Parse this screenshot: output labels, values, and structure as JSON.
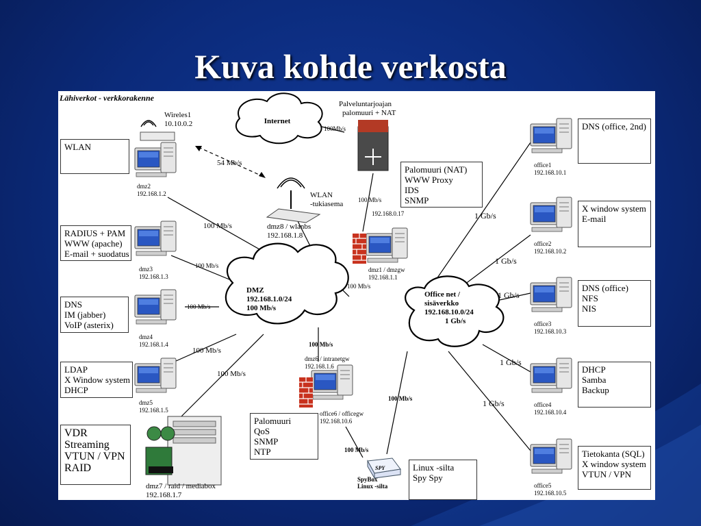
{
  "slide": {
    "title": "Kuva kohde verkosta"
  },
  "diagram": {
    "heading": "Lähiverkot - verkkorakenne",
    "clouds": {
      "internet": "Internet",
      "dmz": [
        "DMZ",
        "192.168.1.0/24",
        "100 Mb/s"
      ],
      "office": [
        "Office net /",
        "sisäverkko",
        "192.168.10.0/24",
        "1 Gb/s"
      ]
    },
    "boxes": {
      "wlan": [
        "WLAN"
      ],
      "radius": [
        "RADIUS + PAM",
        "WWW (apache)",
        "E-mail + suodatus"
      ],
      "dns": [
        "DNS",
        "IM (jabber)",
        "VoIP (asterix)"
      ],
      "ldap": [
        "LDAP",
        "X Window system",
        "DHCP"
      ],
      "vdr": [
        "VDR",
        "Streaming",
        "VTUN / VPN",
        "RAID"
      ],
      "palomuuri_nat": [
        "Palomuuri (NAT)",
        "WWW Proxy",
        "IDS",
        "SNMP"
      ],
      "palomuuri": [
        "Palomuuri",
        "QoS",
        "SNMP",
        "NTP"
      ],
      "linux_silta": [
        "Linux -silta",
        "Spy Spy"
      ],
      "office1": [
        "DNS (office, 2nd)"
      ],
      "office2": [
        "X window system",
        "E-mail"
      ],
      "office3": [
        "DNS (office)",
        "NFS",
        "NIS"
      ],
      "office4": [
        "DHCP",
        "Samba",
        "Backup"
      ],
      "office5": [
        "Tietokanta (SQL)",
        "X window system",
        "VTUN / VPN"
      ]
    },
    "nodes": {
      "wireless": [
        "Wireles1",
        "10.10.0.2"
      ],
      "dmz2": [
        "dmz2",
        "192.168.1.2"
      ],
      "dmz3": [
        "dmz3",
        "192.168.1.3"
      ],
      "dmz4": [
        "dmz4",
        "192.168.1.4"
      ],
      "dmz5": [
        "dmz5",
        "192.168.1.5"
      ],
      "dmz7": [
        "dmz7 / raid / mediabox",
        "192.168.1.7"
      ],
      "dmz8": [
        "dmz8 / wlanbs",
        "192.168.1.8"
      ],
      "wlan_ap": [
        "WLAN",
        "-tukiasema"
      ],
      "provider": [
        "Palveluntarjoajan",
        "palomuuri + NAT"
      ],
      "dmz1": [
        "dmz1 / dmzgw",
        "192.168.1.1"
      ],
      "dmz1_ip": "192.168.0.17",
      "dmz6": [
        "dmz6 / intranetgw",
        "192.168.1.6"
      ],
      "office6": [
        "office6 / officegw",
        "192.168.10.6"
      ],
      "spybox": [
        "SpyBox",
        "Linux -silta"
      ],
      "spy_label": "SPY",
      "office1": [
        "office1",
        "192.168.10.1"
      ],
      "office2": [
        "office2",
        "192.168.10.2"
      ],
      "office3": [
        "office3",
        "192.168.10.3"
      ],
      "office4": [
        "office4",
        "192.168.10.4"
      ],
      "office5": [
        "office5",
        "192.168.10.5"
      ]
    },
    "links": {
      "l_54": "54 Mb/s",
      "l_inet": "100Mb/s",
      "l_fw_dmz1": "100 Mb/s",
      "l_dmz2": "100 Mb/s",
      "l_dmz3": "100 Mb/s",
      "l_dmz4": "100 Mb/s",
      "l_dmz5": "100 Mb/s",
      "l_dmz7": "100 Mb/s",
      "l_dmz1": "100 Mb/s",
      "l_dmz6": "100 Mb/s",
      "l_office_spy": "100 Mb/s",
      "l_office6_spy": "100 Mb/s",
      "l_o1": "1 Gb/s",
      "l_o2": "1 Gb/s",
      "l_o3": "1 Gb/s",
      "l_o4": "1 Gb/s",
      "l_o5": "1 Gb/s"
    }
  }
}
